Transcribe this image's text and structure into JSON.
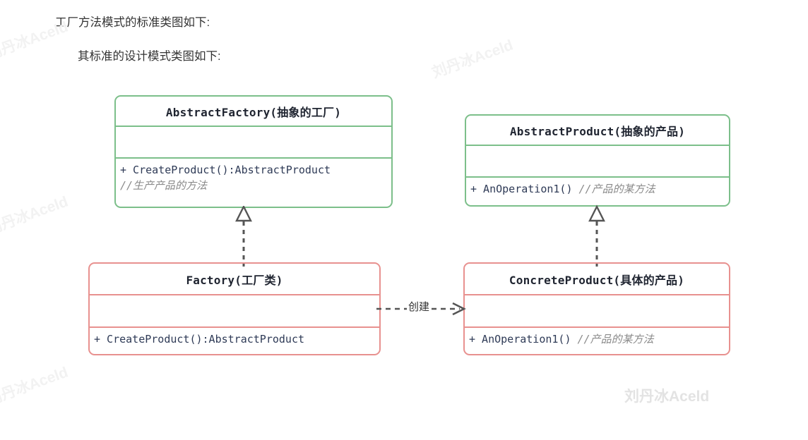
{
  "page": {
    "title_line_1": "工厂方法模式的标准类图如下:",
    "title_line_2": "其标准的设计模式类图如下:",
    "background": "#ffffff"
  },
  "watermark": {
    "text": "刘丹冰Aceld",
    "color": "#f2f2f2"
  },
  "colors": {
    "abstract_border": "#7cbf8a",
    "concrete_border": "#e8918f",
    "code_text": "#2e3a56",
    "comment_text": "#8a8a8a",
    "connector": "#555555"
  },
  "diagram": {
    "type": "uml-class-diagram",
    "classes": [
      {
        "id": "abstract-factory",
        "title": "AbstractFactory(抽象的工厂)",
        "stereotype": "abstract",
        "border_color": "#7cbf8a",
        "attributes": [],
        "operations": [
          {
            "signature": "+ CreateProduct():AbstractProduct",
            "comment": "//生产产品的方法"
          }
        ]
      },
      {
        "id": "abstract-product",
        "title": "AbstractProduct(抽象的产品)",
        "stereotype": "abstract",
        "border_color": "#7cbf8a",
        "attributes": [],
        "operations": [
          {
            "signature": "+ AnOperation1()",
            "comment": "//产品的某方法"
          }
        ]
      },
      {
        "id": "factory",
        "title": "Factory(工厂类)",
        "stereotype": "concrete",
        "border_color": "#e8918f",
        "attributes": [],
        "operations": [
          {
            "signature": "+ CreateProduct():AbstractProduct",
            "comment": ""
          }
        ]
      },
      {
        "id": "concrete-product",
        "title": "ConcreteProduct(具体的产品)",
        "stereotype": "concrete",
        "border_color": "#e8918f",
        "attributes": [],
        "operations": [
          {
            "signature": "+ AnOperation1()",
            "comment": "//产品的某方法"
          }
        ]
      }
    ],
    "relations": [
      {
        "id": "factory-realizes-abstract-factory",
        "from": "factory",
        "to": "abstract-factory",
        "kind": "realization",
        "line": "dashed",
        "arrowhead": "hollow-triangle",
        "label": ""
      },
      {
        "id": "concrete-product-realizes-abstract-product",
        "from": "concrete-product",
        "to": "abstract-product",
        "kind": "realization",
        "line": "dashed",
        "arrowhead": "hollow-triangle",
        "label": ""
      },
      {
        "id": "factory-creates-concrete-product",
        "from": "factory",
        "to": "concrete-product",
        "kind": "dependency",
        "line": "dashed",
        "arrowhead": "open",
        "label": "创建"
      }
    ]
  }
}
